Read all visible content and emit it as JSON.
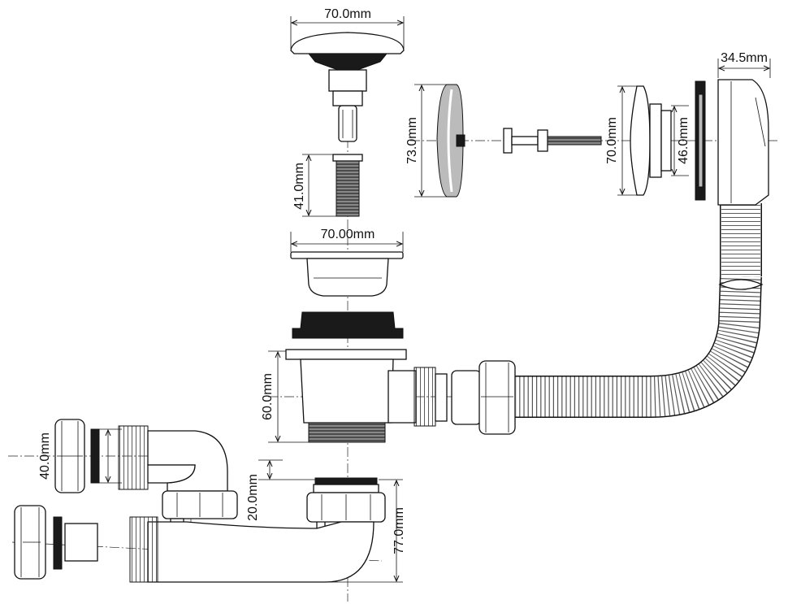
{
  "dimensions": {
    "cap_width": "70.0mm",
    "overflow_depth": "34.5mm",
    "overflow_plate_height": "73.0mm",
    "overflow_body_height": "70.0mm",
    "overflow_inner": "46.0mm",
    "screw_length": "41.0mm",
    "strainer_width": "70.00mm",
    "drain_height": "60.0mm",
    "outlet_diameter": "40.0mm",
    "trap_offset": "20.0mm",
    "trap_depth": "77.0mm"
  }
}
